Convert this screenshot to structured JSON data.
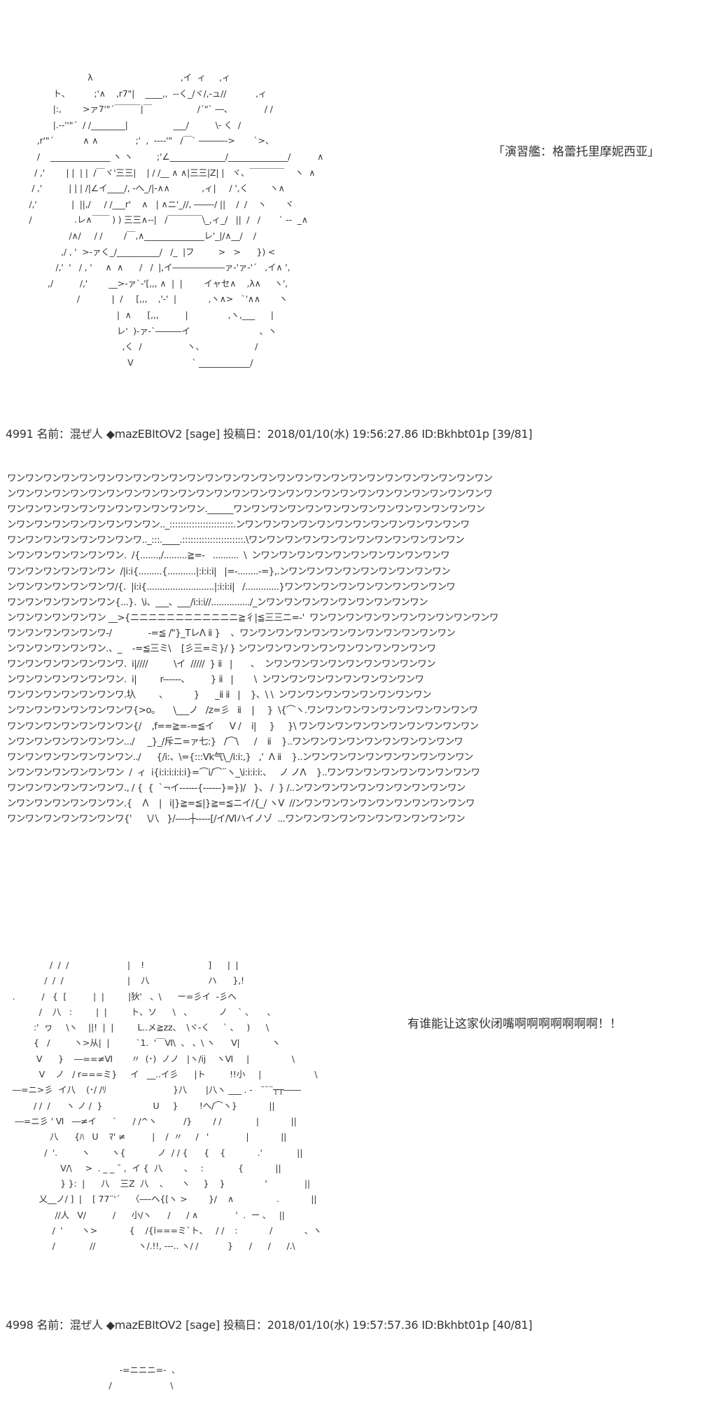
{
  "posts": [
    {
      "aa_lines": [
        "                         λ                                 ,イ  ィ     ,ィ",
        "            ト、         ;'∧    ,r7\"|    ____,,  --く_/ヾ/,-ュ//           ,ィ",
        "            |:,        >ァ7'\"´￣￣￣|￣                 /´\"` ―、            / /",
        "            |.-‐''\"´  / /________|                 ___/          \\- く  /",
        "      ,r'\"´           ∧ ∧              ;'  ,  ---‐'\"   /￣` ―――->       `>、",
        "      /    ______________ ヽ ヽ         ;'∠_____________/______________/          ∧",
        "     / ,'        | |  | |  /￣ヾ'三三|    | / /__ ∧ ∧|三三|Z| |   ヾ、￣￣￣￣    ヽ  ∧",
        "    / ,'          | | | /|∠イ____/, -へ_/|-∧∧            ,ィ|     / ',く        ヽ∧",
        "   /,'             |  ||,/     / /___r'    ∧   | ∧ニ'_//, ――-/ ||    /  /    ヽ       ヾ",
        "   /                .レ∧￣￣ ) ) 三三∧--|   /￣￣￣￣\\_,ィ_/   ||  /   /       ` ‐-  _∧",
        "                  /∧/     / /        /￣,∧______________レ'_|/∧__/    /",
        "               ,/ , '  >-ァく_/__________/   /_  |フ         >   >      }) <",
        "             /,'  '   / , '     ∧  ∧      /   /  |,イ――――――ァ-'ァ-'´   ,イ∧ ',",
        "          ,/          /,'        __>-ァ`-'[,,, ∧  |  |        イャセ∧    ,λ∧     ヽ',",
        "                     /            |  /     [,,,    ,'-'  |            ,ヽ∧>   `'∧∧       ヽ",
        "                                    |  ∧      [,,,          |               ,ヽ,___      |",
        "                                    レ'  )-ァ-`―――イ                          、ヽ",
        "                                      ,く  /                 ヽ、                   /",
        "                                        V                      ` ____________/"
      ],
      "caption": "「演習艦：格蕾托里摩妮西亚」",
      "header": {
        "number": "4991",
        "name_label": "名前：",
        "name": "混ぜ人",
        "trip_symbol": "◆",
        "trip": "mazEBItOV2",
        "mail": "[sage]",
        "date_label": "投稿日：",
        "date": "2018/01/10(水) 19:56:27.86",
        "id": "ID:Bkhbt01p",
        "page": "[39/81]"
      }
    },
    {
      "wan_lines": [
        "ワンワンワンワンワンワンワンワンワンワンワンワンワンワンワンワンワンワンワンワンワンワンワンワンワンワンワン",
        "ンワンワンワンワンワンワンワンワンワンワンワンワンワンワンワンワンワンワンワンワンワンワンワンワンワンワンワ",
        "ワンワンワンワンワンワンワンワンワンワンワン.______ワンワンワンワンワンワンワンワンワンワンワンワンワンワン",
        "ンワンワンワンワンワンワンワンワン.._:::::::::::::::::::::::.ンワンワンワンワンワンワンワンワンワンワンワンワンワ",
        "ワンワンワンワンワンワンワンワ.._:::.____.::::::::::::::::::::::.\\ワンワンワンワンワンワンワンワンワンワンワンワン",
        "ンワンワンワンワンワンワン.  /{.......,/.........≧=-   ..........  \\  ンワンワンワンワンワンワンワンワンワンワンワ",
        "ワンワンワンワンワンワン  /|i:i{.........{...........|:i:i:i|   |=-........-=},.ンワンワンワンワンワンワンワンワンワン",
        "ンワンワンワンワンワンワ/{.  |i:i{..........................|:i:i:i|   /.............}ワンワンワンワンワンワンワンワンワンワ",
        "ワンワンワンワンワンワン{...}.  \\i、___、___/i:i:i//.............../_ンワンワンワンワンワンワンワンワンワン",
        "ンワンワンワンワンワン __>{ニニニニニニニニニニニニ≧彳|≦三三ニ=-'  ワンワンワンワンワンワンワンワンワンワンワ",
        "ワンワンワンワンワンワ-/              -=≦ /\"}_TレΛ ⅱ }    、ワンワンワンワンワンワンワンワンワンワンワンワン",
        "ンワンワンワンワンワン.、_    -=≦三ミ\\    [彡三=ミ}/ } ンワンワンワンワンワンワンワンワンワンワンワ",
        "ワンワンワンワンワンワンワ.  i|////          \\イ  /////  } ⅱ   |       、  ンワンワンワンワンワンワンワンワンワン",
        "ンワンワンワンワンワンワン.  i|         r------、        } ⅱ   |        \\  ンワンワンワンワンワンワンワンワンワ",
        "ワンワンワンワンワンワンワ.圦         、          }      _ⅱ ⅱ   |    }、\\ \\  ンワンワンワンワンワンワンワンワン",
        "ンワンワンワンワンワンワンワ{>o。     \\___ノ   /z=彡   ⅱ    |     }  \\{⌒ヽ.ワンワンワンワンワンワンワンワンワンワ",
        "ワンワンワンワンワンワンワン{/    ,f==≧=-=≦イ      V /    i|     }     }\\ ワンワンワンワンワンワンワンワンワンワン",
        "ンワンワンワンワンワンワン.../     _}_/斥ニ=ァ七:}   /⌒\\      /    ⅱ    }..ワンワンワンワンワンワンワンワンワンワ",
        "ワンワンワンワンワンワンワン../      {/i:、\\={:::Vk气\\_/i:i:,}   ,'  Λ ⅱ    }..ンワンワンワンワンワンワンワンワンワン",
        "ンワンワンワンワンワンワン  /  ィ  i{i:i:i:i:i:i}=⌒i/⌒¨ヽ_\\i:i:i:i:、   ノ ノΛ    }..ワンワンワンワンワンワンワンワンワ",
        "ワンワンワンワンワンワンワ., / {  {  `¬イ------{------}=})/   }、 /  } /..ンワンワンワンワンワンワンワンワンワン",
        "ンワンワンワンワンワンワン.{    Λ    |   i|}≧=≦|}≧=≦ニイ/{_/ ヽV  //ンワンワンワンワンワンワンワンワンワンワ",
        "ワンワンワンワンワンワンワ{'      \\八   }/-----┼-----[/イ/Ⅵハイノゾ  ...ワンワンワンワンワンワンワンワンワンワン"
      ]
    },
    {
      "aa_lines": [
        "                /  /  /                      |    !                        ]      |  |",
        "              /  /  /                        |    八                      ハ      },!",
        "  .          /   {  [          |  |         |狄'   、\\      ー=彡イ  -彡へ",
        "            /    八   :         |  |         ト、ソ      \\   、          ノ    ` 、     、",
        "          :'  ヮ     \\ヽ    ||!  |  |         L..メ≧zz、  \\ヾ‐く     ` 、   )      \\",
        "          {   /         ヽ>从|  |          `1.  '￣Ⅵ\\  、 、\\ ヽ      V|            ヽ",
        "           V      }    ―==≠Ⅵ       〃  (･)  ノノ   |ヽ/ij    ヽⅥ     |                \\",
        "            V    ノ   / r===ミ}     イ   __..イ彡      |ト         !!小     |                    \\",
        "  ―=ニ>彡  イ八    (･/ /ﾘ                         }八       |八ヽ ___ . ‐   ¨¨¨┬┬――",
        "          / /  /      ヽ ノ /  }                   U     }        !へ/⌒ヽ}            ||",
        "   ―=ニ彡 ' Ⅵ   ―≠イ      `      / /^ヽ          /}        / /             |            ||",
        "                八      {ﾊ   U    ﾏ' ≠          |    /  〃     /   '              |            ||",
        "              /  '.         ヽ        ヽ{            ノ  / / {      {    {            .'             ||",
        "                    V/\\     >  . _ _ ¯ ,  イ {  八        、   :             {            ||",
        "                    } }:  |      八    三Z  八    、     ヽ     }    }               '              ||",
        "            乂__ノ/ ]  |    [ 77¨'´    〈―-ヘ{[ヽ >        }/    ∧                .            ||",
        "                  //人   V/          /      小/ヽ      /      / ∧              '  .  ー 、   ||",
        "                 /  '       ヽ>            {    /{l===ミ`ト、   / /    :            /            、ヽ",
        "                 /             //                ヽ/.!!, ---.. ヽ/ /           }      /      /      /.\\"
      ],
      "caption": "有谁能让这家伙闭嘴啊啊啊啊啊啊啊！！",
      "header": {
        "number": "4998",
        "name_label": "名前：",
        "name": "混ぜ人",
        "trip_symbol": "◆",
        "trip": "mazEBItOV2",
        "mail": "[sage]",
        "date_label": "投稿日：",
        "date": "2018/01/10(水) 19:57:57.36",
        "id": "ID:Bkhbt01p",
        "page": "[40/81]"
      }
    },
    {
      "aa_lines": [
        "                                     -=ニニニ=-  、",
        "                                 /                      \\"
      ]
    }
  ]
}
